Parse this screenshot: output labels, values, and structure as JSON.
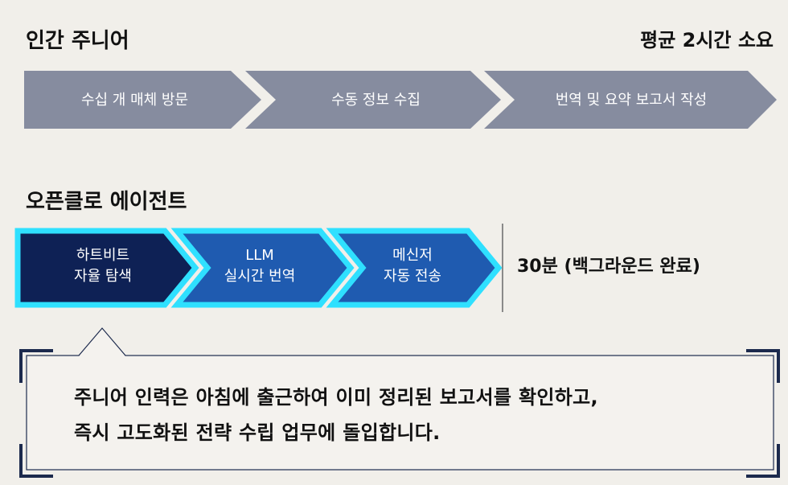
{
  "human": {
    "title": "인간 주니어",
    "time": "평균 2시간 소요",
    "steps": [
      "수십 개 매체 방문",
      "수동 정보 수집",
      "번역 및 요약 보고서 작성"
    ]
  },
  "agent": {
    "title": "오픈클로 에이전트",
    "steps": [
      {
        "line1": "하트비트",
        "line2": "자율 탐색"
      },
      {
        "line1": "LLM",
        "line2": "실시간 번역"
      },
      {
        "line1": "메신저",
        "line2": "자동 전송"
      }
    ],
    "time": "30분 (백그라운드 완료)"
  },
  "callout": {
    "line1": "주니어 인력은 아침에 출근하여 이미 정리된 보고서를 확인하고,",
    "line2": "즉시 고도화된 전략 수립 업무에 돌입합니다."
  },
  "colors": {
    "human_chevron": "#868c9f",
    "agent_dark": "#0e2155",
    "agent_blue": "#1f5bb0",
    "agent_outline": "#2fe0ff",
    "callout_border": "#1c2a4d"
  }
}
